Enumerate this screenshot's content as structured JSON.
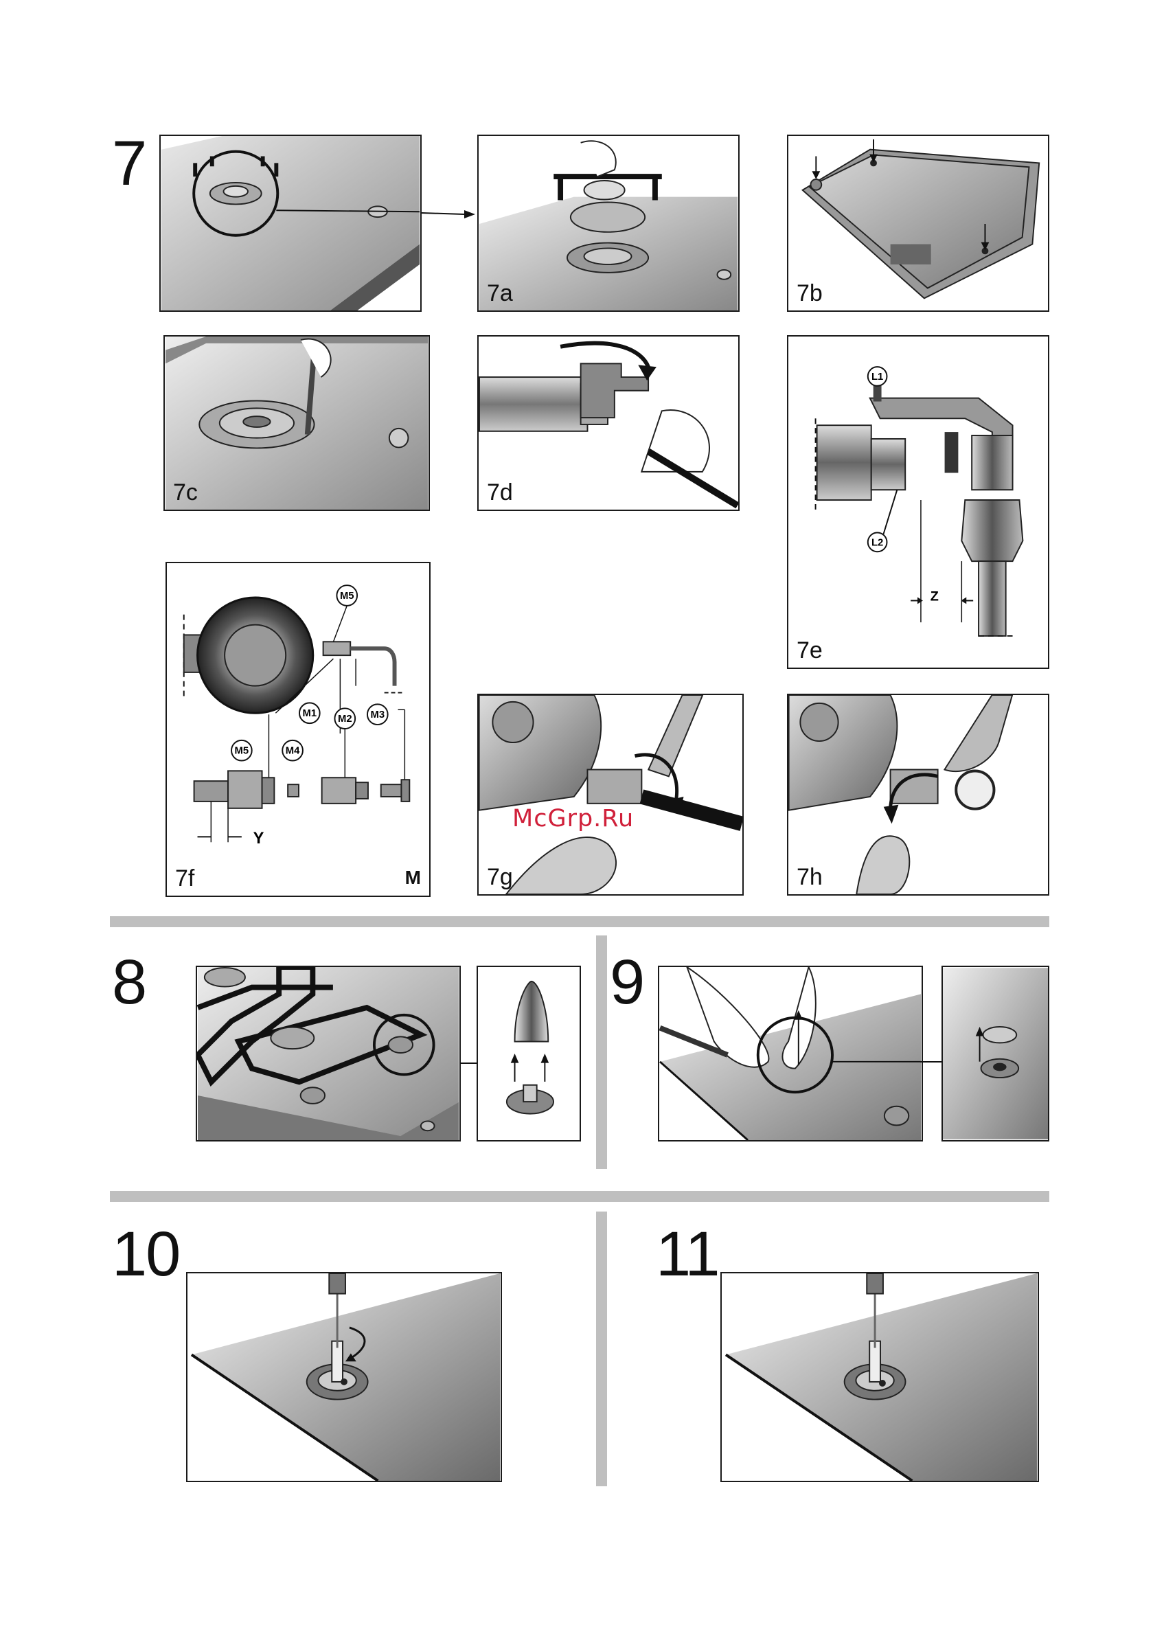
{
  "steps": {
    "s7": "7",
    "s8": "8",
    "s9": "9",
    "s10": "10",
    "s11": "11"
  },
  "panels": {
    "p7": "",
    "p7a": "7a",
    "p7b": "7b",
    "p7c": "7c",
    "p7d": "7d",
    "p7e": "7e",
    "p7f": "7f",
    "p7g": "7g",
    "p7h": "7h"
  },
  "callouts": {
    "L1": "L1",
    "L2": "L2",
    "Z": "Z",
    "M1": "M1",
    "M2": "M2",
    "M3": "M3",
    "M4": "M4",
    "M5": "M5",
    "Y": "Y",
    "M": "M"
  },
  "watermark": "McGrp.Ru",
  "colors": {
    "steel": "#8a8a8a",
    "dark": "#1a1a1a",
    "divider": "#bfbfbf",
    "watermark": "#d0203a"
  }
}
